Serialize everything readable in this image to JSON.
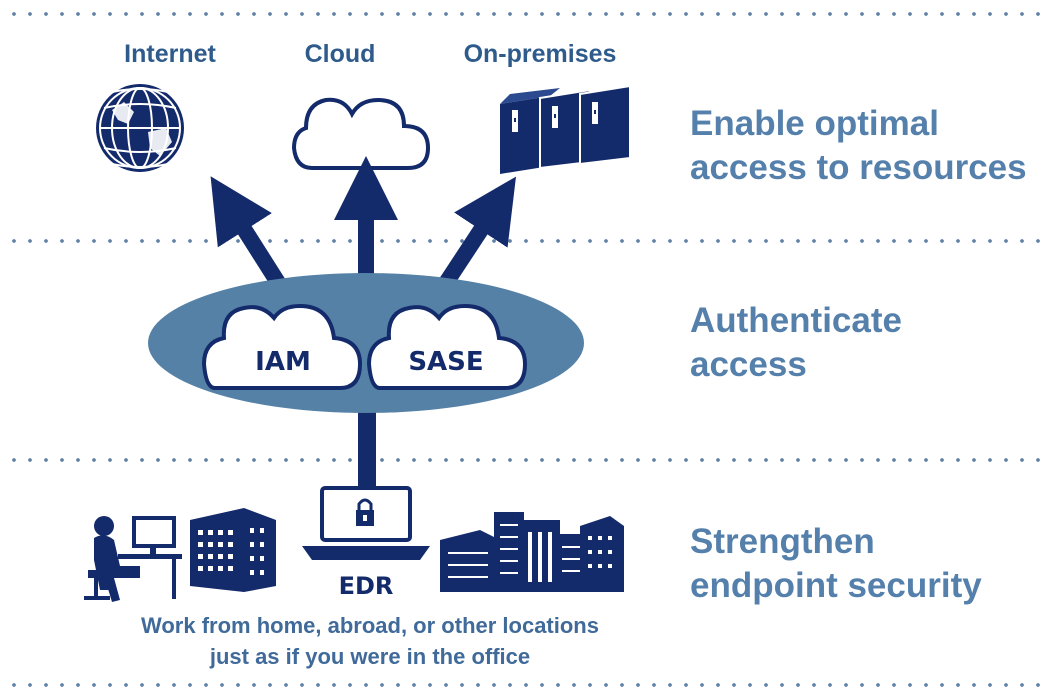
{
  "resources": {
    "internet": "Internet",
    "cloud": "Cloud",
    "onprem": "On-premises"
  },
  "layers": {
    "access": [
      "Enable optimal",
      "access to resources"
    ],
    "auth": [
      "Authenticate",
      "access"
    ],
    "endpoint": [
      "Strengthen",
      "endpoint security"
    ]
  },
  "auth_clouds": {
    "iam": "IAM",
    "sase": "SASE"
  },
  "edr_label": "EDR",
  "caption": [
    "Work from home, abroad, or other locations",
    "just as if you were in the office"
  ],
  "colors": {
    "navy": "#132a6b",
    "ellipse": "#5581a7",
    "label": "#5580ab",
    "dots": "#5f7fa4"
  }
}
